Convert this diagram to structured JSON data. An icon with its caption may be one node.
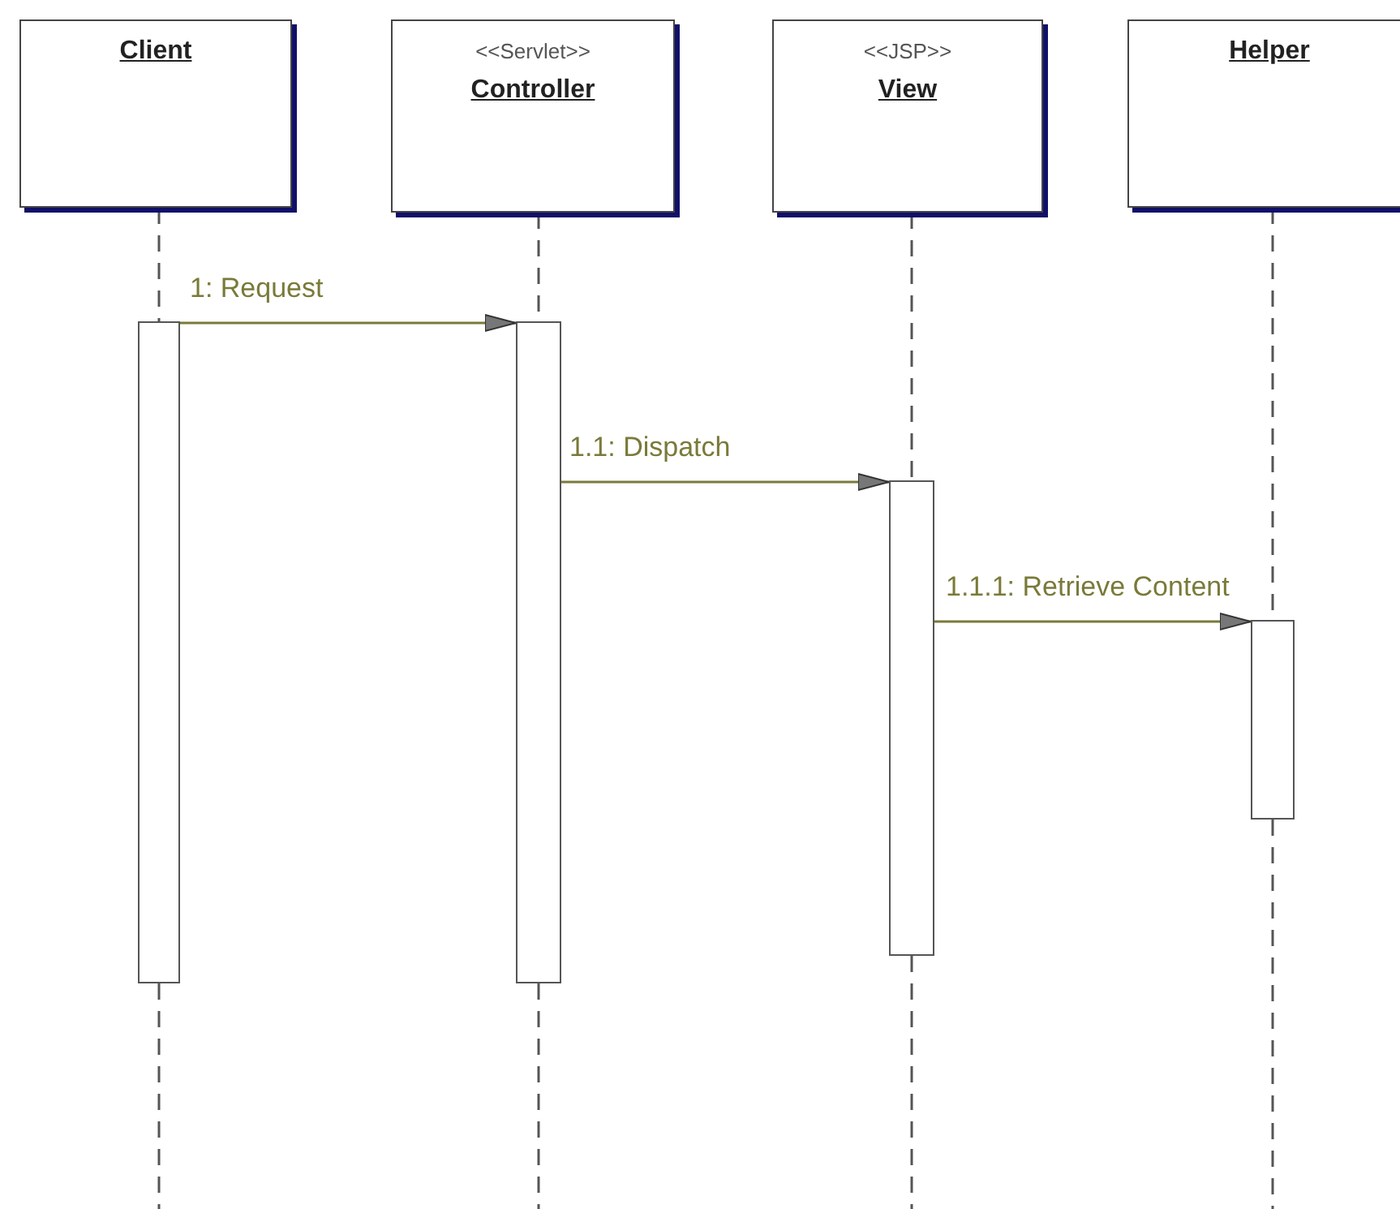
{
  "diagram": {
    "nodes": [
      {
        "text": [
          "Client"
        ]
      },
      {
        "text": [
          "<<Servlet>>",
          "Controller"
        ]
      },
      {
        "text": [
          "<<JSP>>",
          "View"
        ]
      },
      {
        "text": [
          "Helper"
        ]
      },
      {
        "text": [],
        "shape": "bar"
      },
      {
        "text": [],
        "shape": "bar"
      },
      {
        "text": [],
        "shape": "bar"
      },
      {
        "text": [],
        "shape": "bar"
      }
    ],
    "edges": [
      {
        "from": 0,
        "to": 4,
        "arrow": "none",
        "style": "dashed"
      },
      {
        "from": 1,
        "to": 5,
        "arrow": "none",
        "style": "dashed"
      },
      {
        "from": 2,
        "to": 6,
        "arrow": "none",
        "style": "dashed"
      },
      {
        "from": 3,
        "to": 7,
        "arrow": "none",
        "style": "dashed"
      },
      {
        "from": 4,
        "to": 5,
        "arrow": "to",
        "label": "1: Request",
        "color": "#7a7a3a"
      },
      {
        "from": 5,
        "to": 6,
        "arrow": "to",
        "label": "1.1: Dispatch",
        "color": "#7a7a3a"
      },
      {
        "from": 6,
        "to": 7,
        "arrow": "to",
        "label": "1.1.1: Retrieve Content",
        "color": "#7a7a3a"
      }
    ]
  }
}
